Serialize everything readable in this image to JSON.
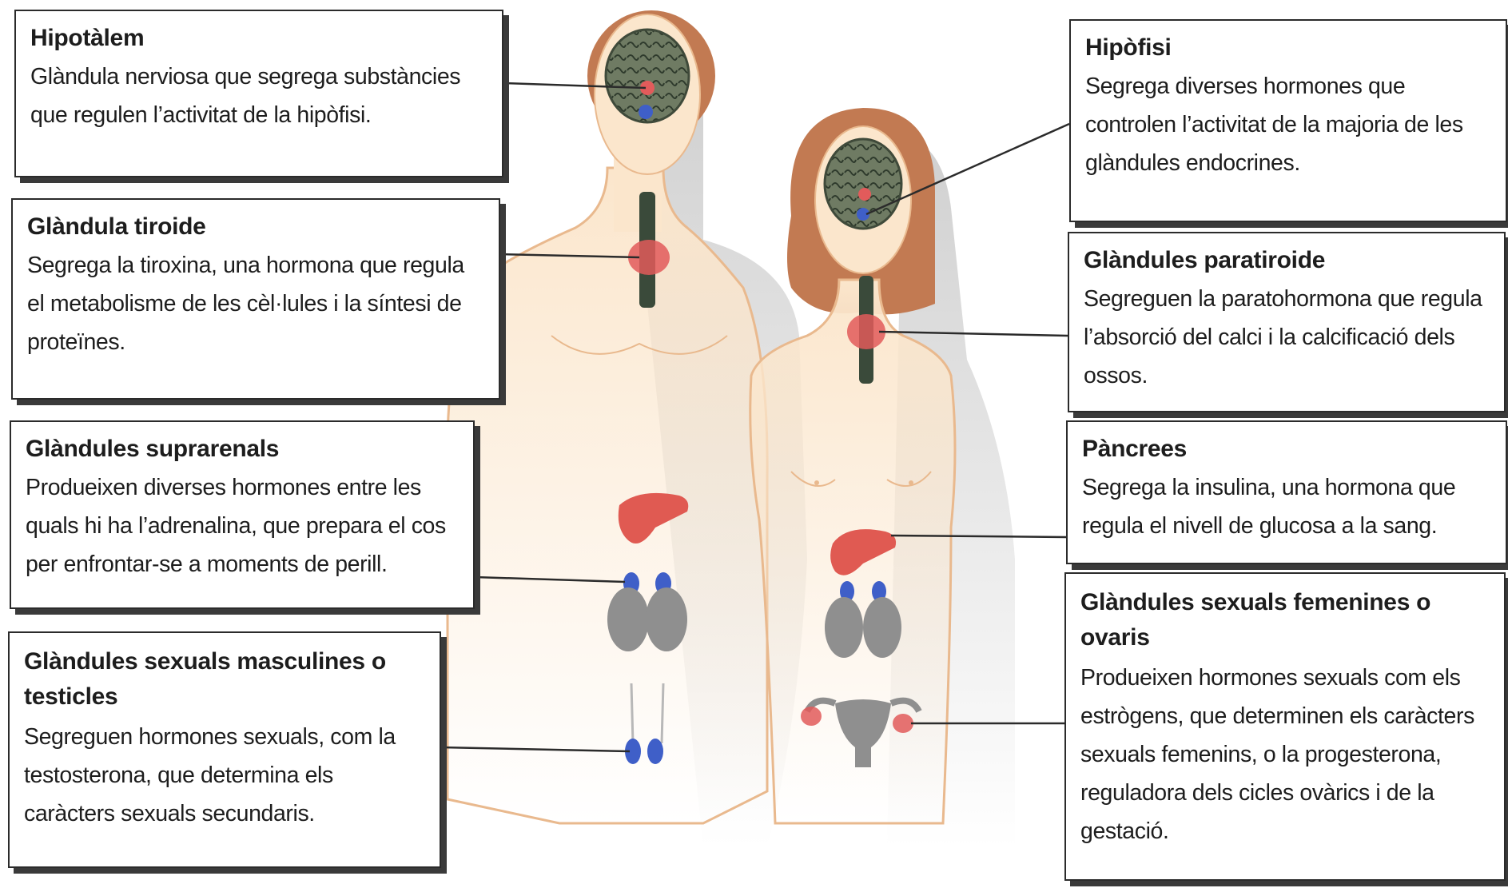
{
  "callouts": {
    "hipotalem": {
      "title": "Hipotàlem",
      "text": "Glàndula nerviosa que segrega substàncies que regulen l’activitat de la hipòfisi."
    },
    "tiroide": {
      "title": "Glàndula tiroide",
      "text": "Segrega la tiroxina, una hormona que regula el metabolisme de les cèl·lules i la síntesi de proteïnes."
    },
    "suprarenals": {
      "title": "Glàndules suprarenals",
      "text": "Produeixen diverses hormones entre les quals hi ha l’adrenalina, que prepara el cos per enfrontar-se a moments de perill."
    },
    "masculines": {
      "title": "Glàndules sexuals masculines o testicles",
      "text": "Segreguen hormones sexuals, com la testosterona, que determina els caràcters sexuals secundaris."
    },
    "hipofisi": {
      "title": "Hipòfisi",
      "text": "Segrega diverses hormones que controlen l’activitat de la majoria de les glàndules endocrines."
    },
    "paratiroide": {
      "title": "Glàndules paratiroide",
      "text": "Segreguen la paratohormona que regula l’absorció del calci i la calcificació dels ossos."
    },
    "pancrees": {
      "title": "Pàncrees",
      "text": "Segrega la insulina, una hormona que regula el nivell de glucosa a la sang."
    },
    "femenines": {
      "title": "Glàndules sexuals femenines o ovaris",
      "text": "Produeixen hormones sexuals com els estrògens, que determinen els caràcters sexuals femenins, o la progesterona, reguladora dels cicles ovàrics i de la gestació."
    }
  },
  "colors": {
    "skin": "#fbe6cc",
    "skin_outline": "#e9b98e",
    "hair": "#c27a52",
    "brain": "#707c66",
    "gland_red": "#e25b5b",
    "gland_blue": "#3f5fc8",
    "kidney": "#8f8f8f",
    "trachea": "#3a4a3a",
    "border": "#2b2b2b"
  }
}
